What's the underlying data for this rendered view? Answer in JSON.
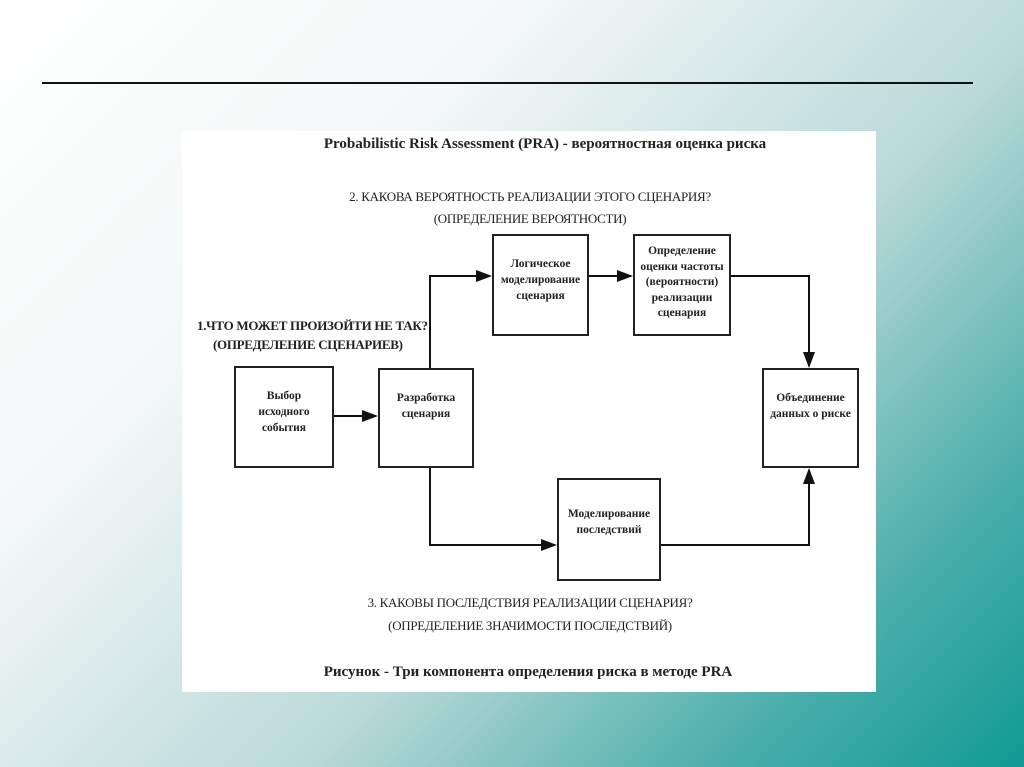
{
  "slide": {
    "figure": {
      "title": "Probabilistic Risk Assessment (PRA) - вероятностная оценка риска",
      "question2": "2. КАКОВА ВЕРОЯТНОСТЬ РЕАЛИЗАЦИИ ЭТОГО СЦЕНАРИЯ?",
      "question2_sub": "(ОПРЕДЕЛЕНИЕ ВЕРОЯТНОСТИ)",
      "question1": "1.ЧТО МОЖЕТ ПРОИЗОЙТИ НЕ ТАК?",
      "question1_sub": "(ОПРЕДЕЛЕНИЕ СЦЕНАРИЕВ)",
      "question3": "3. КАКОВЫ ПОСЛЕДСТВИЯ РЕАЛИЗАЦИИ СЦЕНАРИЯ?",
      "question3_sub": "(ОПРЕДЕЛЕНИЕ ЗНАЧИМОСТИ ПОСЛЕДСТВИЙ)",
      "caption": "Рисунок - Три компонента определения риска в методе PRA",
      "boxes": {
        "initial_event": [
          "Выбор",
          "исходного",
          "события"
        ],
        "scenario_dev": [
          "Разработка",
          "сценария"
        ],
        "logic_model": [
          "Логическое",
          "моделирование",
          "сценария"
        ],
        "frequency": [
          "Определение",
          "оценки частоты",
          "(вероятности)",
          "реализации",
          "сценария"
        ],
        "risk_integration": [
          "Объединение",
          "данных о риске"
        ],
        "consequences": [
          "Моделирование",
          "последствий"
        ]
      }
    }
  }
}
